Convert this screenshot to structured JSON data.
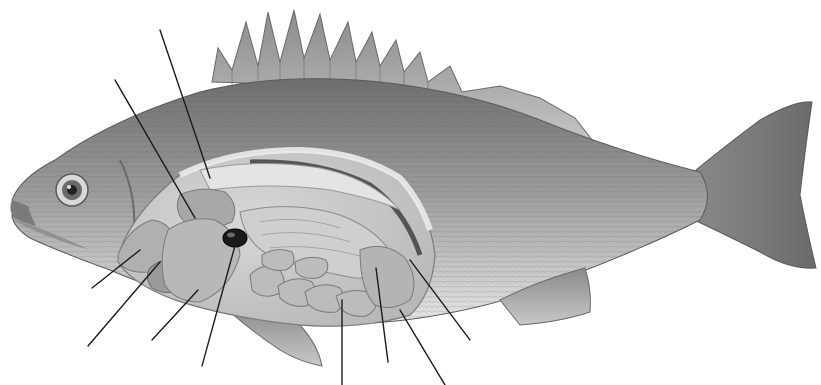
{
  "figure": {
    "subject": "fish-anatomy-dissection",
    "colors": {
      "background": "#ffffff",
      "skin_dark": "#6e6e6e",
      "skin_mid": "#9a9a9a",
      "skin_light": "#d4d4d4",
      "belly": "#e6e6e6",
      "cavity": "#c8c8c8",
      "organ_light": "#bcbcbc",
      "organ_mid": "#a8a8a8",
      "organ_dark": "#8a8a8a",
      "gallbladder": "#1a1a1a",
      "leader_line": "#1a1a1a"
    },
    "leader_lines": [
      {
        "name": "leader-line-swim-bladder"
      },
      {
        "name": "leader-line-kidney"
      },
      {
        "name": "leader-line-gills"
      },
      {
        "name": "leader-line-heart"
      },
      {
        "name": "leader-line-liver"
      },
      {
        "name": "leader-line-gallbladder"
      },
      {
        "name": "leader-line-intestine"
      },
      {
        "name": "leader-line-stomach"
      },
      {
        "name": "leader-line-gonad"
      },
      {
        "name": "leader-line-anus"
      }
    ]
  }
}
